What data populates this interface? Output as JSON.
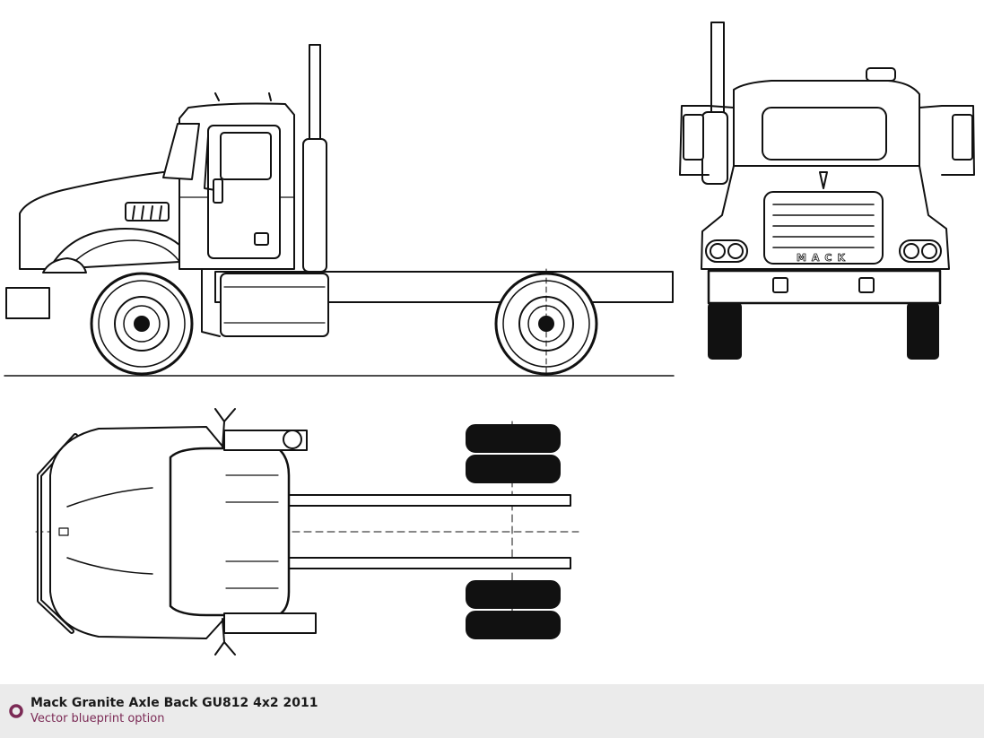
{
  "caption": {
    "title": "Mack Granite Axle Back GU812 4x2 2011",
    "subtitle": "Vector blueprint option",
    "accent_color": "#7b2a55"
  },
  "views": {
    "side": "side-view",
    "front": "front-view",
    "top": "top-view",
    "grille_lettering": "MACK"
  },
  "stroke_color": "#111111"
}
